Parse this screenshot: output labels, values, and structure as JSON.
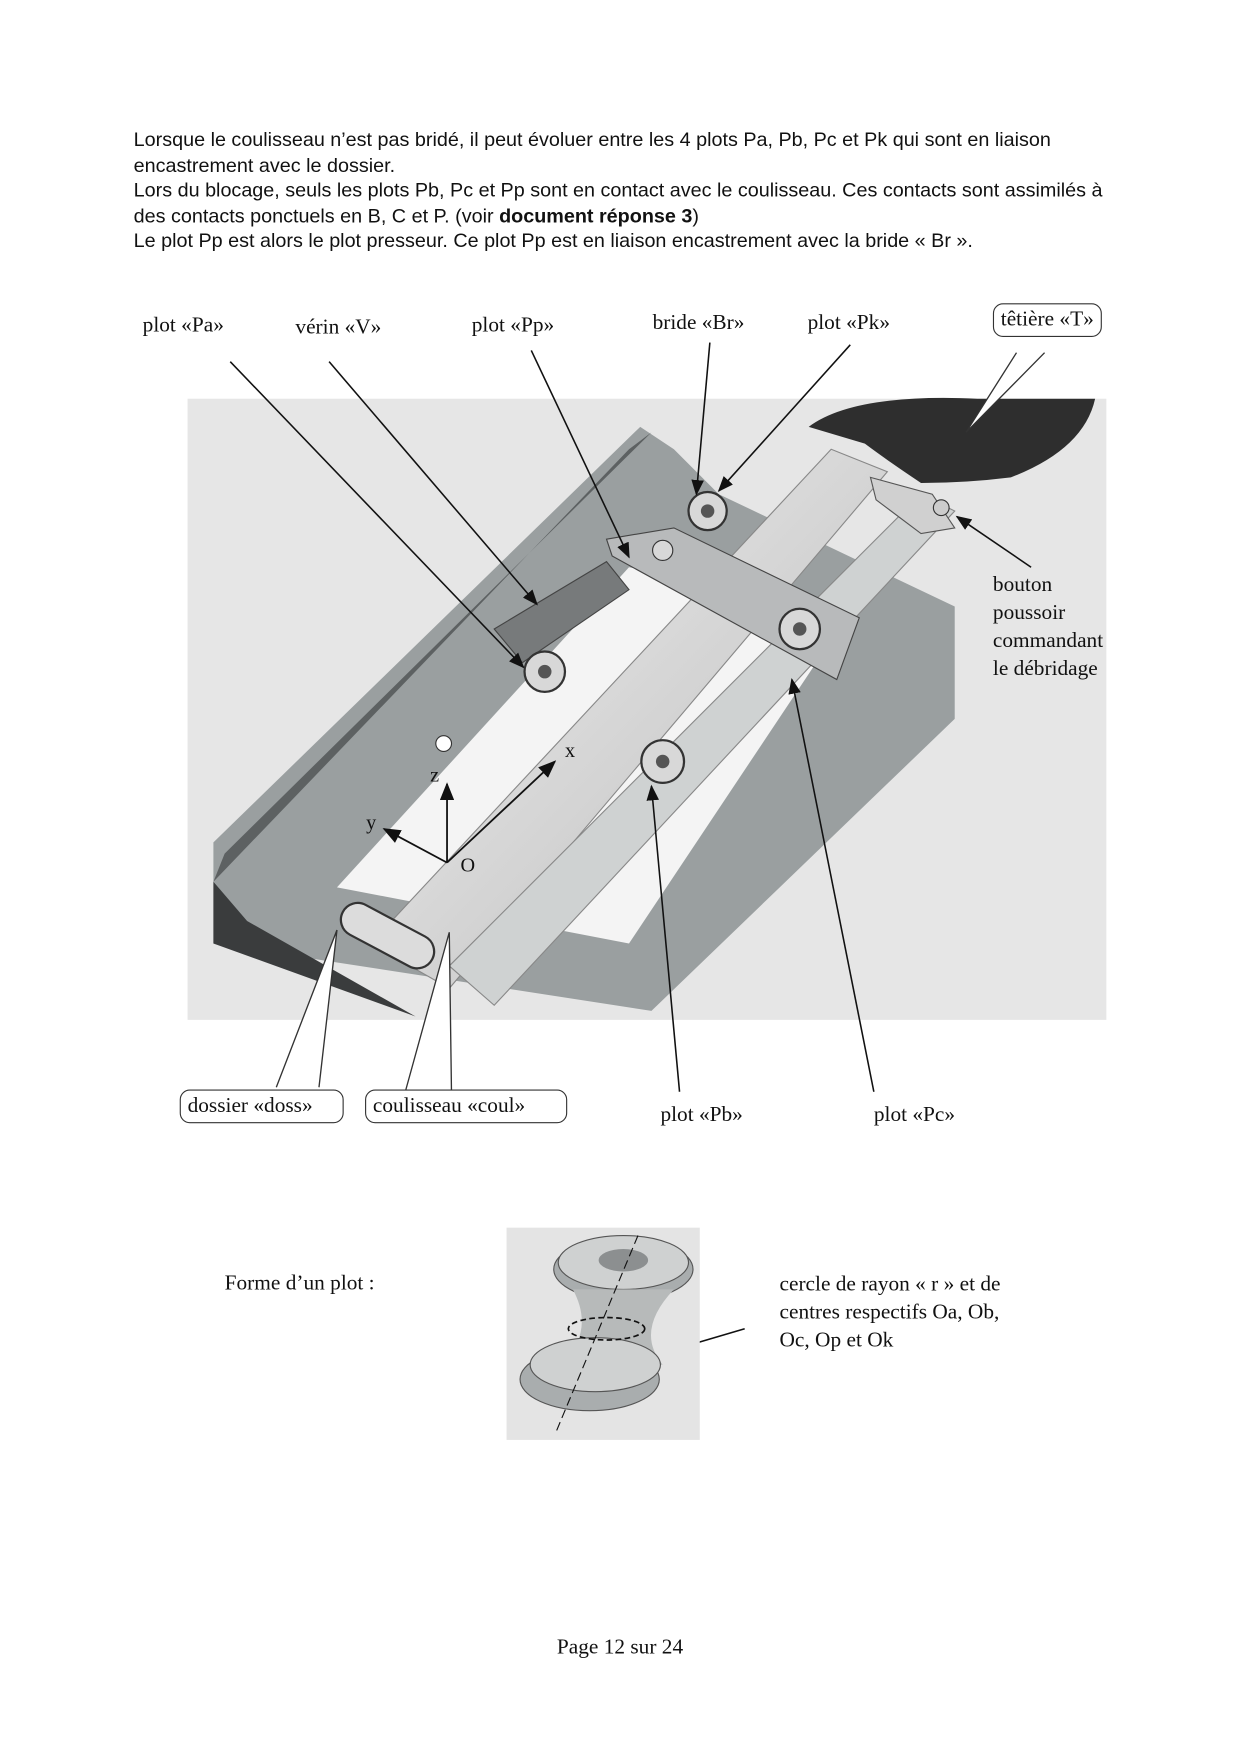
{
  "intro": {
    "p1": "Lorsque le coulisseau n’est pas bridé, il peut évoluer entre les 4 plots Pa, Pb, Pc et Pk qui sont en liaison encastrement avec le dossier.",
    "p2_start": "Lors du blocage, seuls les plots Pb, Pc et Pp sont en contact avec le coulisseau. Ces contacts sont assimilés à des contacts ponctuels en B, C et P. (voir ",
    "p2_bold": "document réponse 3",
    "p2_end": ")",
    "p3": "Le plot Pp est alors le plot presseur. Ce plot Pp est en liaison encastrement avec la bride « Br »."
  },
  "figure": {
    "labels": {
      "plot_pa": "plot «Pa»",
      "verin": "vérin «V»",
      "plot_pp": "plot «Pp»",
      "bride": "bride «Br»",
      "plot_pk": "plot «Pk»",
      "tetiere": "têtière «T»",
      "bouton": [
        "bouton",
        "poussoir",
        "commandant",
        "le débridage"
      ],
      "dossier": "dossier «doss»",
      "coulisseau": "coulisseau «coul»",
      "plot_pb": "plot «Pb»",
      "plot_pc": "plot «Pc»"
    },
    "axes": {
      "x": "x",
      "y": "y",
      "z": "z",
      "origin": "O"
    }
  },
  "plot_shape": {
    "title": "Forme d’un plot :",
    "caption": [
      "cercle de rayon « r » et de",
      "centres respectifs  Oa, Ob,",
      "Oc, Op et Ok"
    ]
  },
  "footer": "Page 12 sur 24"
}
